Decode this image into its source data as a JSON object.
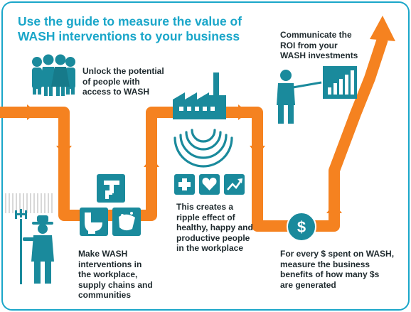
{
  "title": {
    "line1": "Use the guide to measure the value of",
    "line2": "WASH interventions to your business"
  },
  "steps": {
    "unlock": [
      "Unlock the potential",
      "of people with",
      "access to WASH"
    ],
    "make_wash": [
      "Make WASH",
      "interventions in",
      "the workplace,",
      "supply chains and",
      "communities"
    ],
    "ripple": [
      "This creates a",
      "ripple effect of",
      "healthy, happy and",
      "productive people",
      "in the workplace"
    ],
    "measure": [
      "For every $ spent on WASH,",
      "measure the business",
      "benefits of how many $s",
      "are generated"
    ],
    "communicate": [
      "Communicate the",
      "ROI from your",
      "WASH investments"
    ]
  },
  "icons": {
    "people": "people-group-icon",
    "farmer": "farmer-with-pitchfork-icon",
    "tap": "water-tap-icon",
    "toilet": "toilet-icon",
    "handwash": "handwashing-icon",
    "factory": "factory-icon",
    "ripple": "ripple-waves-icon",
    "health": "health-cross-icon",
    "heart": "heart-icon",
    "growth": "growth-arrow-icon",
    "dollar": "dollar-coin-icon",
    "presenter": "presenter-icon",
    "chart": "bar-chart-icon"
  },
  "colors": {
    "accent": "#1aa6c9",
    "orange": "#f58220",
    "teal": "#1a8a9c",
    "text": "#1f2a2e"
  }
}
